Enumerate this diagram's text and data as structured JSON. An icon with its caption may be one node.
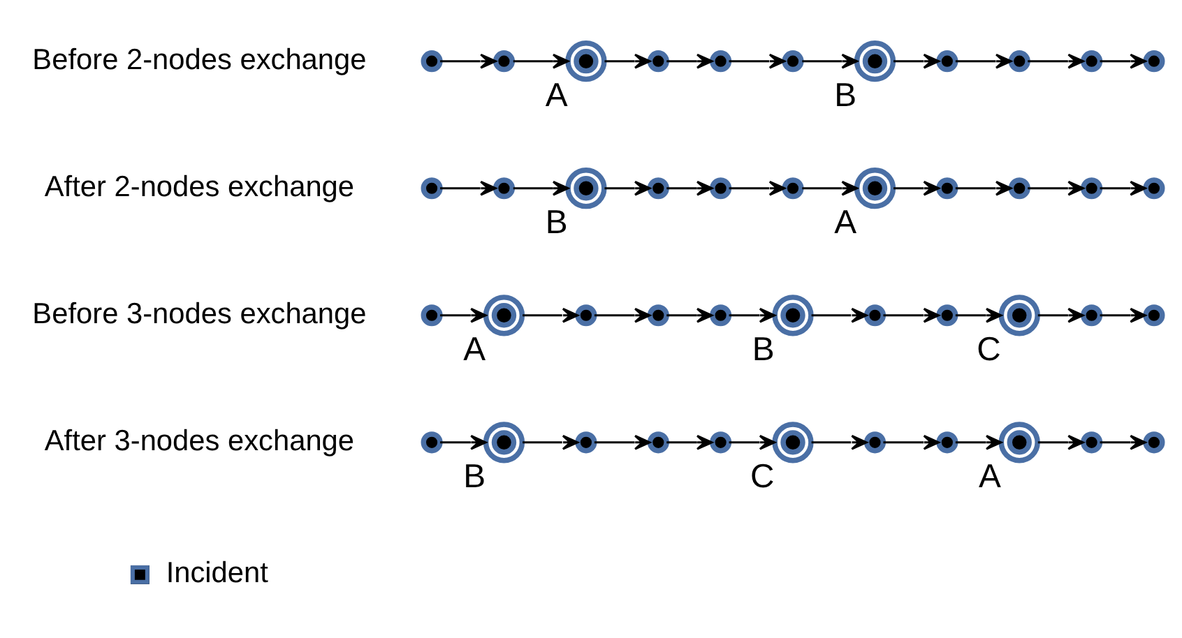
{
  "diagram": {
    "nodes": [
      {
        "text": [],
        "shape": "circle"
      },
      {
        "text": [],
        "shape": "circle"
      },
      {
        "text": [
          "A"
        ]
      },
      {
        "text": [],
        "shape": "circle"
      },
      {
        "text": [],
        "shape": "circle"
      },
      {
        "text": [],
        "shape": "circle"
      },
      {
        "text": [
          "B"
        ]
      },
      {
        "text": [],
        "shape": "circle"
      },
      {
        "text": [],
        "shape": "circle"
      },
      {
        "text": [],
        "shape": "circle"
      },
      {
        "text": [],
        "shape": "circle"
      },
      {
        "text": [],
        "shape": "circle"
      },
      {
        "text": [],
        "shape": "circle"
      },
      {
        "text": [
          "B"
        ]
      },
      {
        "text": [],
        "shape": "circle"
      },
      {
        "text": [],
        "shape": "circle"
      },
      {
        "text": [],
        "shape": "circle"
      },
      {
        "text": [
          "A"
        ]
      },
      {
        "text": [],
        "shape": "circle"
      },
      {
        "text": [],
        "shape": "circle"
      },
      {
        "text": [],
        "shape": "circle"
      },
      {
        "text": [],
        "shape": "circle"
      },
      {
        "text": [],
        "shape": "circle"
      },
      {
        "text": [
          "A"
        ]
      },
      {
        "text": [],
        "shape": "circle"
      },
      {
        "text": [],
        "shape": "circle"
      },
      {
        "text": [],
        "shape": "circle"
      },
      {
        "text": [
          "B"
        ]
      },
      {
        "text": [],
        "shape": "circle"
      },
      {
        "text": [],
        "shape": "circle"
      },
      {
        "text": [
          "C"
        ]
      },
      {
        "text": [],
        "shape": "circle"
      },
      {
        "text": [],
        "shape": "circle"
      },
      {
        "text": [],
        "shape": "circle"
      },
      {
        "text": [
          "B"
        ]
      },
      {
        "text": [],
        "shape": "circle"
      },
      {
        "text": [],
        "shape": "circle"
      },
      {
        "text": [],
        "shape": "circle"
      },
      {
        "text": [
          "C"
        ]
      },
      {
        "text": [],
        "shape": "circle"
      },
      {
        "text": [],
        "shape": "circle"
      },
      {
        "text": [
          "A"
        ]
      },
      {
        "text": [],
        "shape": "circle"
      },
      {
        "text": [],
        "shape": "circle"
      }
    ],
    "edges": [
      {
        "from": 0,
        "to": 1,
        "arrow": "to"
      },
      {
        "from": 1,
        "to": 2,
        "arrow": "to"
      },
      {
        "from": 2,
        "to": 3,
        "arrow": "to"
      },
      {
        "from": 3,
        "to": 4,
        "arrow": "to"
      },
      {
        "from": 4,
        "to": 5,
        "arrow": "to"
      },
      {
        "from": 5,
        "to": 6,
        "arrow": "to"
      },
      {
        "from": 6,
        "to": 7,
        "arrow": "to"
      },
      {
        "from": 7,
        "to": 8,
        "arrow": "to"
      },
      {
        "from": 8,
        "to": 9,
        "arrow": "to"
      },
      {
        "from": 9,
        "to": 10,
        "arrow": "to"
      },
      {
        "from": 11,
        "to": 12,
        "arrow": "to"
      },
      {
        "from": 12,
        "to": 13,
        "arrow": "to"
      },
      {
        "from": 13,
        "to": 14,
        "arrow": "to"
      },
      {
        "from": 14,
        "to": 15,
        "arrow": "to"
      },
      {
        "from": 15,
        "to": 16,
        "arrow": "to"
      },
      {
        "from": 16,
        "to": 17,
        "arrow": "to"
      },
      {
        "from": 17,
        "to": 18,
        "arrow": "to"
      },
      {
        "from": 18,
        "to": 19,
        "arrow": "to"
      },
      {
        "from": 19,
        "to": 20,
        "arrow": "to"
      },
      {
        "from": 20,
        "to": 21,
        "arrow": "to"
      },
      {
        "from": 22,
        "to": 23,
        "arrow": "to"
      },
      {
        "from": 23,
        "to": 24,
        "arrow": "to"
      },
      {
        "from": 24,
        "to": 25,
        "arrow": "to"
      },
      {
        "from": 25,
        "to": 26,
        "arrow": "to"
      },
      {
        "from": 26,
        "to": 27,
        "arrow": "to"
      },
      {
        "from": 27,
        "to": 28,
        "arrow": "to"
      },
      {
        "from": 28,
        "to": 29,
        "arrow": "to"
      },
      {
        "from": 29,
        "to": 30,
        "arrow": "to"
      },
      {
        "from": 30,
        "to": 31,
        "arrow": "to"
      },
      {
        "from": 31,
        "to": 32,
        "arrow": "to"
      },
      {
        "from": 33,
        "to": 34,
        "arrow": "to"
      },
      {
        "from": 34,
        "to": 35,
        "arrow": "to"
      },
      {
        "from": 35,
        "to": 36,
        "arrow": "to"
      },
      {
        "from": 36,
        "to": 37,
        "arrow": "to"
      },
      {
        "from": 37,
        "to": 38,
        "arrow": "to"
      },
      {
        "from": 38,
        "to": 39,
        "arrow": "to"
      },
      {
        "from": 39,
        "to": 40,
        "arrow": "to"
      },
      {
        "from": 40,
        "to": 41,
        "arrow": "to"
      },
      {
        "from": 41,
        "to": 42,
        "arrow": "to"
      },
      {
        "from": 42,
        "to": 43,
        "arrow": "to"
      }
    ],
    "labels": [
      "Before 2-nodes exchange",
      "After 2-nodes exchange",
      "Before 3-nodes exchange",
      "After 3-nodes exchange"
    ],
    "legend": [
      {
        "text": "Incident"
      }
    ]
  }
}
